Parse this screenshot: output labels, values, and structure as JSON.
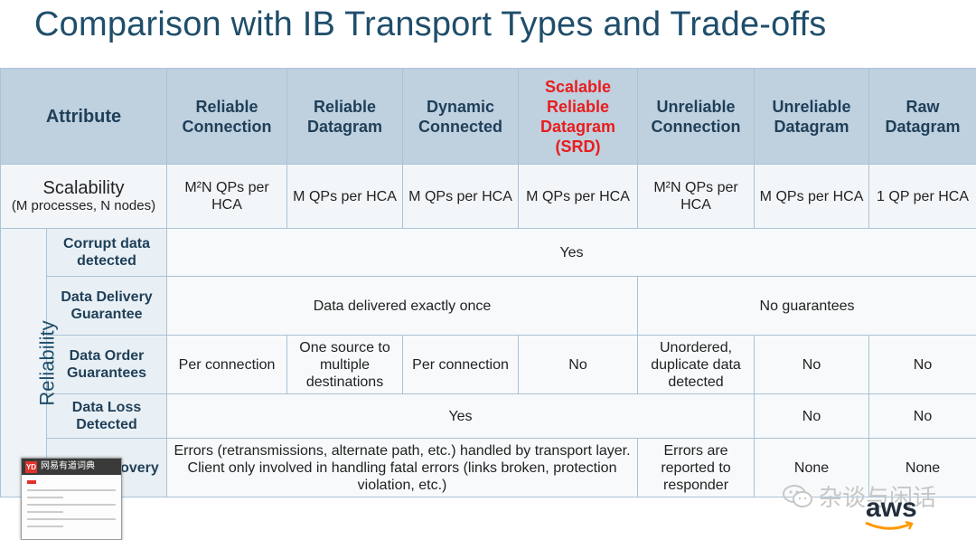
{
  "title": "Comparison with IB Transport Types and Trade-offs",
  "header": {
    "attribute": "Attribute",
    "rc": "Reliable Connection",
    "rd": "Reliable Datagram",
    "dc": "Dynamic Connected",
    "srd_lines": [
      "Scalable",
      "Reliable",
      "Datagram",
      "(SRD)"
    ],
    "uc": "Unreliable Connection",
    "ud": "Unreliable Datagram",
    "raw": "Raw Datagram"
  },
  "scalability": {
    "label": "Scalability",
    "sub": "(M processes, N nodes)",
    "rc": "M²N QPs per HCA",
    "rd": "M QPs per HCA",
    "dc": "M QPs per HCA",
    "srd": "M QPs per HCA",
    "uc": "M²N QPs per HCA",
    "ud": "M QPs per HCA",
    "raw": "1 QP per HCA"
  },
  "reliability_label": "Reliability",
  "corrupt": {
    "label": "Corrupt data detected",
    "all": "Yes"
  },
  "delivery": {
    "label": "Data Delivery Guarantee",
    "reliable": "Data delivered exactly once",
    "unreliable": "No guarantees"
  },
  "order": {
    "label": "Data Order Guarantees",
    "rc": "Per connection",
    "rd": "One source to multiple destinations",
    "dc": "Per connection",
    "srd": "No",
    "uc": "Unordered, duplicate data detected",
    "ud": "No",
    "raw": "No"
  },
  "loss": {
    "label": "Data Loss Detected",
    "rc_to_uc": "Yes",
    "ud": "No",
    "raw": "No"
  },
  "error": {
    "label": "Error Recovery",
    "rc_to_srd": "Errors (retransmissions, alternate path, etc.) handled by transport layer. Client only involved in handling fatal errors (links broken, protection violation, etc.)",
    "uc": "Errors are reported to responder",
    "ud": "None",
    "raw": "None"
  },
  "overlay": {
    "dict_title": "网易有道词典",
    "dict_logo": "YD",
    "watermark": "杂谈与闲话",
    "aws_logo": "aws"
  },
  "colors": {
    "title": "#1f4e6b",
    "header_bg": "#bfd0df",
    "srd_accent": "#e81d1d",
    "border": "#a9c2d6"
  }
}
